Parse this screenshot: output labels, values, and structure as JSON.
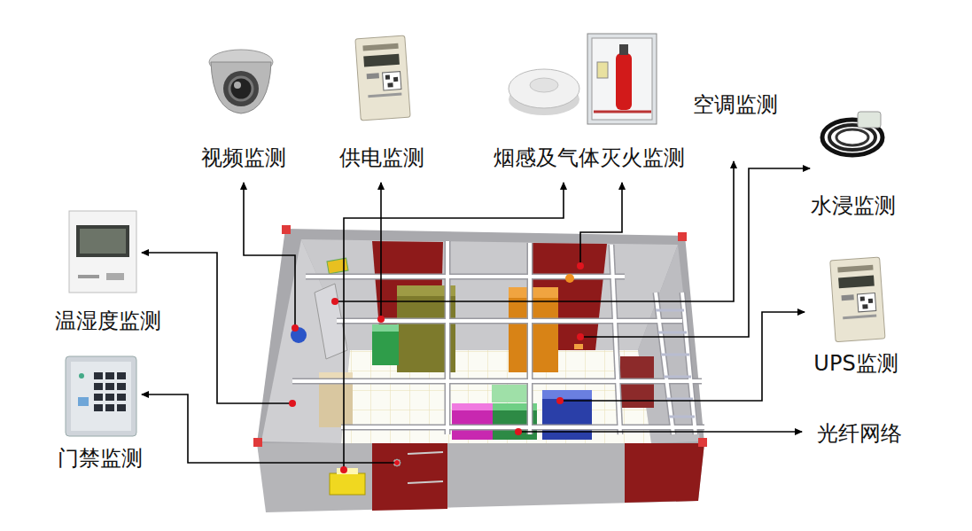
{
  "diagram": {
    "labels": [
      "视频监测",
      "供电监测",
      "烟感及气体灭火监测",
      "空调监测",
      "水浸监测",
      "温湿度监测",
      "UPS监测",
      "门禁监测",
      "光纤网络"
    ]
  }
}
